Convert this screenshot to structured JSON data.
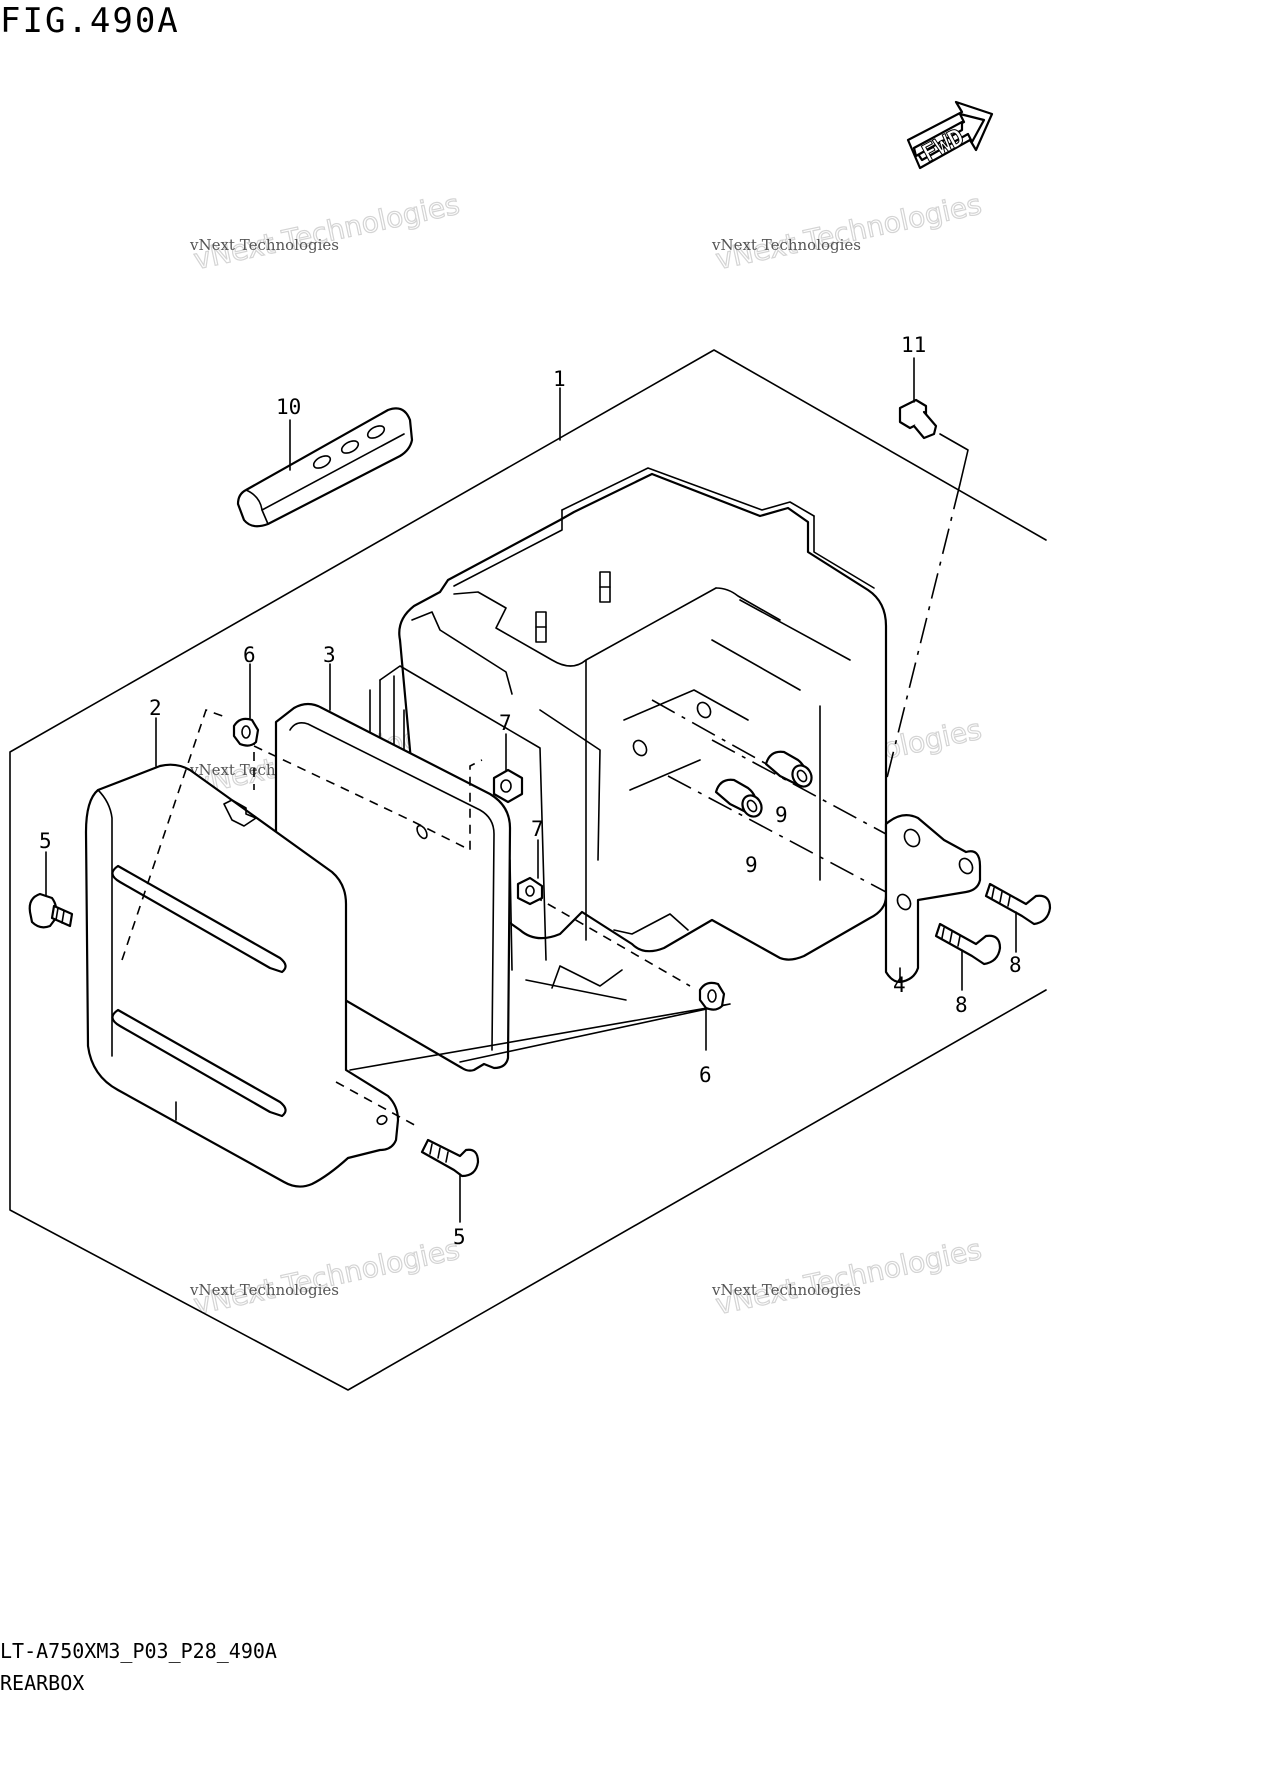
{
  "figure": {
    "title": "FIG.490A",
    "code": "LT-A750XM3_P03_P28_490A",
    "name": "REARBOX",
    "fwd_label": "FWD"
  },
  "watermark": {
    "line1": "vNext Technologies",
    "line2": "vNext Technologies"
  },
  "callouts": [
    {
      "id": "1",
      "label": "1"
    },
    {
      "id": "2",
      "label": "2"
    },
    {
      "id": "3",
      "label": "3"
    },
    {
      "id": "4",
      "label": "4"
    },
    {
      "id": "5a",
      "label": "5"
    },
    {
      "id": "5b",
      "label": "5"
    },
    {
      "id": "6a",
      "label": "6"
    },
    {
      "id": "6b",
      "label": "6"
    },
    {
      "id": "7a",
      "label": "7"
    },
    {
      "id": "7b",
      "label": "7"
    },
    {
      "id": "8a",
      "label": "8"
    },
    {
      "id": "8b",
      "label": "8"
    },
    {
      "id": "9a",
      "label": "9"
    },
    {
      "id": "9b",
      "label": "9"
    },
    {
      "id": "10",
      "label": "10"
    },
    {
      "id": "11",
      "label": "11"
    }
  ]
}
